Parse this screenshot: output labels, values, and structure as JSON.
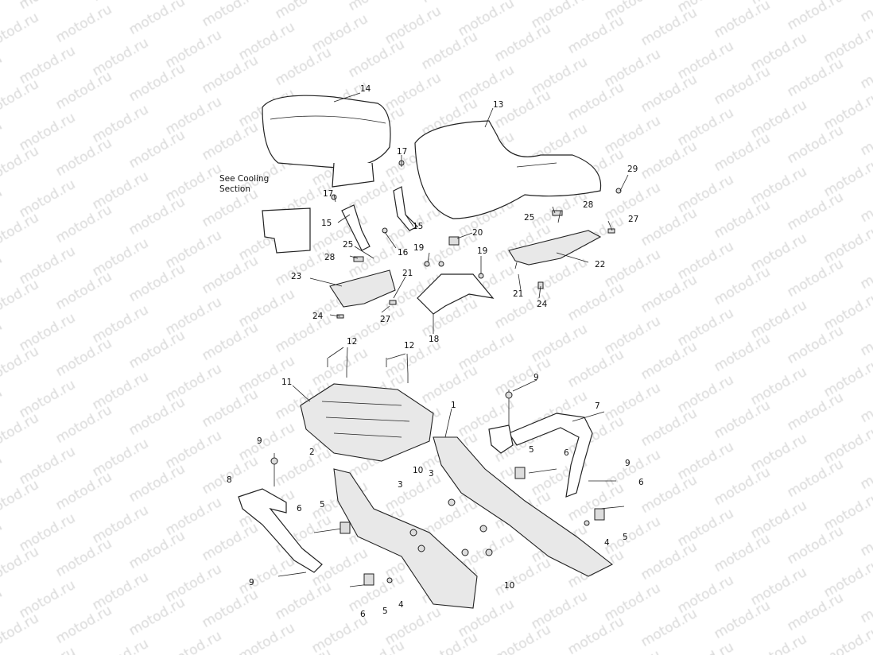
{
  "watermark": "motod.ru",
  "note": {
    "line1": "See Cooling",
    "line2": "Section"
  },
  "labels": [
    "14",
    "13",
    "17",
    "17",
    "29",
    "15",
    "15",
    "16",
    "25",
    "28",
    "27",
    "20",
    "19",
    "19",
    "22",
    "28",
    "25",
    "23",
    "21",
    "21",
    "24",
    "27",
    "24",
    "18",
    "12",
    "12",
    "11",
    "9",
    "7",
    "1",
    "9",
    "2",
    "3",
    "3",
    "10",
    "5",
    "6",
    "8",
    "6",
    "5",
    "9",
    "6",
    "5",
    "4",
    "9",
    "10",
    "6",
    "5",
    "4"
  ]
}
